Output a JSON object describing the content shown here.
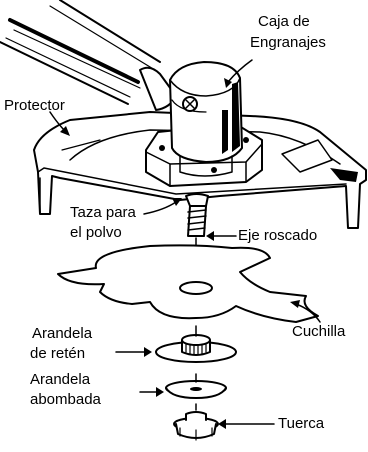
{
  "labels": {
    "gearbox_line1": "Caja de",
    "gearbox_line2": "Engranajes",
    "guard": "Protector",
    "dust_cup_line1": "Taza para",
    "dust_cup_line2": "el polvo",
    "threaded_shaft": "Eje roscado",
    "blade": "Cuchilla",
    "retainer_washer_line1": "Arandela",
    "retainer_washer_line2": "de retén",
    "cupped_washer_line1": "Arandela",
    "cupped_washer_line2": "abombada",
    "nut": "Tuerca"
  },
  "colors": {
    "ink": "#000000",
    "paper": "#ffffff"
  }
}
